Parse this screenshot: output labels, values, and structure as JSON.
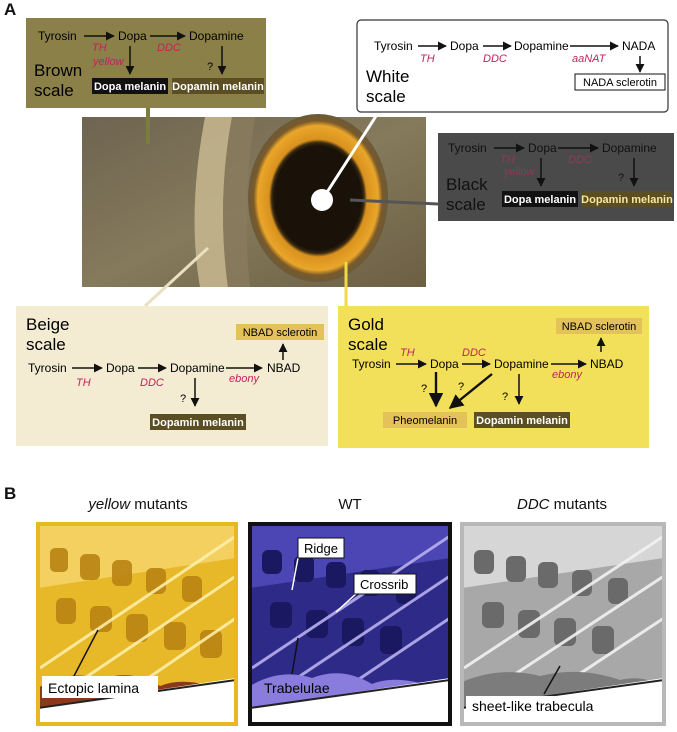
{
  "panel_a": {
    "letter": "A",
    "brown": {
      "title_line1": "Brown",
      "title_line2": "scale",
      "tyrosin": "Tyrosin",
      "dopa": "Dopa",
      "dopamine": "Dopamine",
      "th": "TH",
      "ddc": "DDC",
      "yellow": "yellow",
      "question": "?",
      "dopa_melanin": "Dopa melanin",
      "dopamin_melanin": "Dopamin melanin",
      "bg_color": "#8b8048"
    },
    "white": {
      "title_line1": "White",
      "title_line2": "scale",
      "tyrosin": "Tyrosin",
      "dopa": "Dopa",
      "dopamine": "Dopamine",
      "nada": "NADA",
      "th": "TH",
      "ddc": "DDC",
      "aanat": "aaNAT",
      "nada_sclerotin": "NADA sclerotin"
    },
    "black": {
      "title_line1": "Black",
      "title_line2": "scale",
      "tyrosin": "Tyrosin",
      "dopa": "Dopa",
      "dopamine": "Dopamine",
      "th": "TH",
      "ddc": "DDC",
      "yellow": "yellow",
      "question": "?",
      "dopa_melanin": "Dopa melanin",
      "dopamin_melanin": "Dopamin melanin",
      "bg_color": "#4a4a4a"
    },
    "beige": {
      "title_line1": "Beige",
      "title_line2": "scale",
      "tyrosin": "Tyrosin",
      "dopa": "Dopa",
      "dopamine": "Dopamine",
      "nbad": "NBAD",
      "th": "TH",
      "ddc": "DDC",
      "ebony": "ebony",
      "question": "?",
      "nbad_sclerotin": "NBAD sclerotin",
      "dopamin_melanin": "Dopamin melanin",
      "bg_color": "#f3ecd3"
    },
    "gold": {
      "title_line1": "Gold",
      "title_line2": "scale",
      "tyrosin": "Tyrosin",
      "dopa": "Dopa",
      "dopamine": "Dopamine",
      "nbad": "NBAD",
      "th": "TH",
      "ddc": "DDC",
      "ebony": "ebony",
      "question": "?",
      "nbad_sclerotin": "NBAD sclerotin",
      "pheomelanin": "Pheomelanin",
      "dopamin_melanin": "Dopamin melanin",
      "bg_color": "#f3e05a"
    },
    "enzyme_color": "#c0245a"
  },
  "panel_b": {
    "letter": "B",
    "yellow_mutants": {
      "caption_italic": "yellow",
      "caption_rest": " mutants",
      "label": "Ectopic lamina",
      "frame_color": "#e8b820"
    },
    "wt": {
      "caption": "WT",
      "ridge": "Ridge",
      "crossrib": "Crossrib",
      "trabelulae": "Trabelulae",
      "frame_color": "#111111"
    },
    "ddc_mutants": {
      "caption_italic": "DDC",
      "caption_rest": " mutants",
      "label": "sheet-like trabecula",
      "frame_color": "#b8b8b8"
    }
  }
}
